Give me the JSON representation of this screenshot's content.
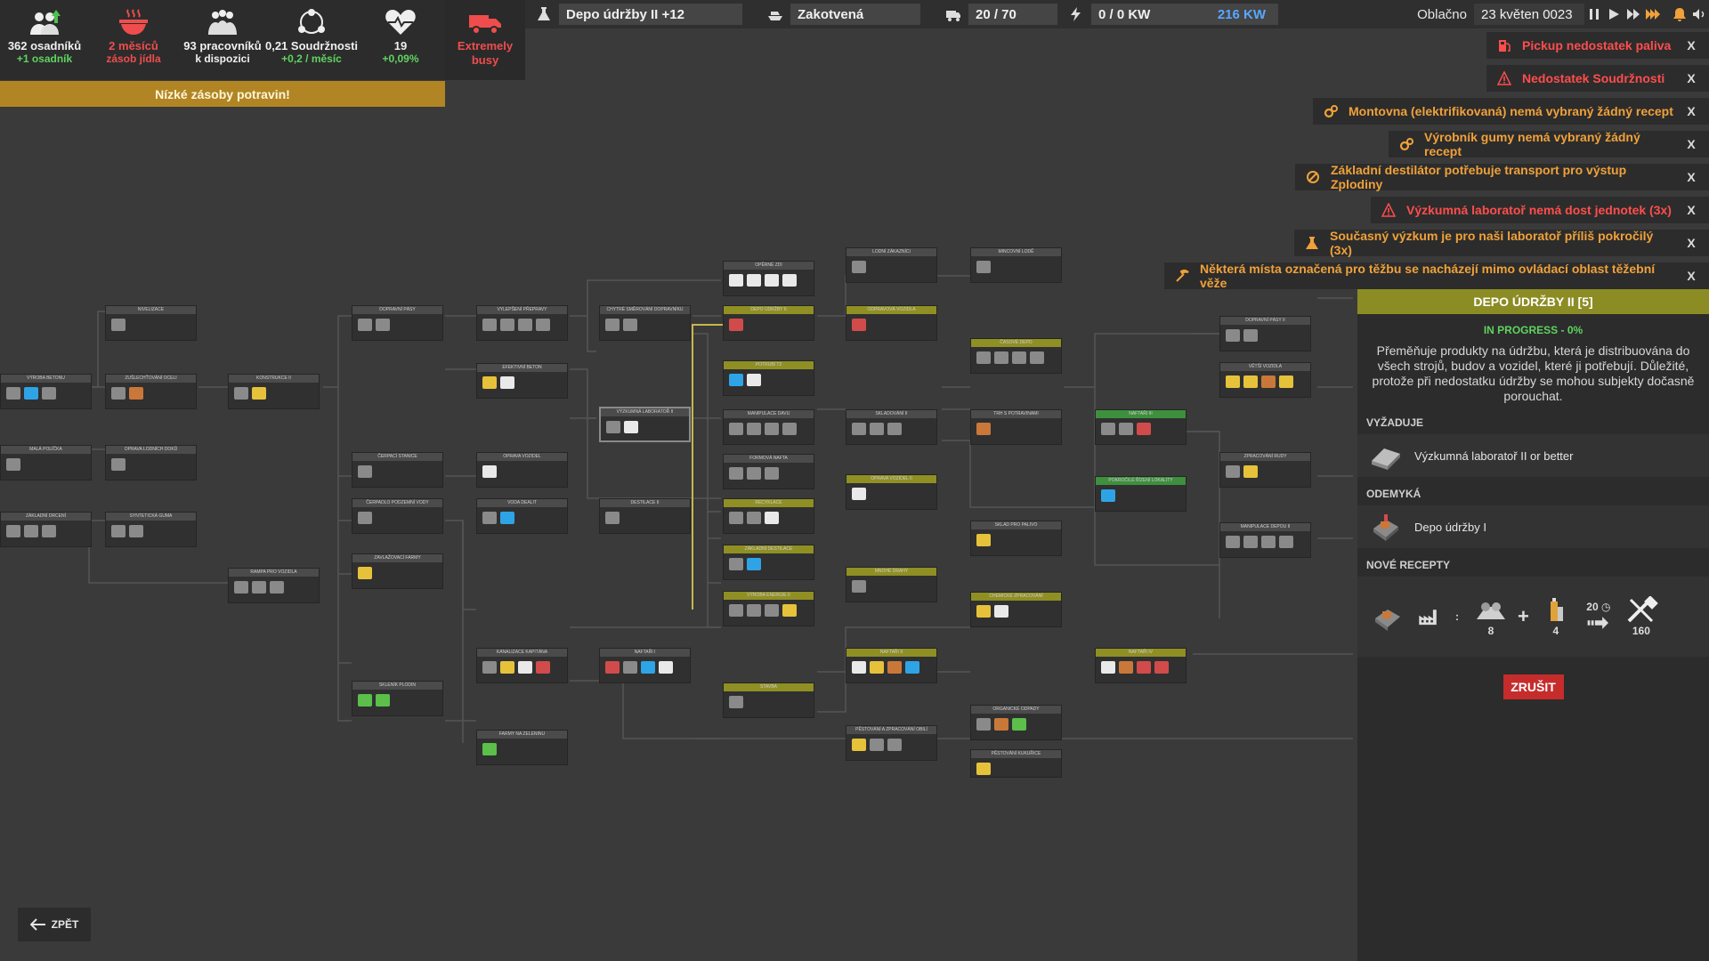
{
  "stats": [
    {
      "id": "settlers",
      "icon": "settlers-icon",
      "value": "362 osadníků",
      "sub": "+1 osadník"
    },
    {
      "id": "food",
      "icon": "food-bowl-icon",
      "value": "2 měsíců",
      "sub": "zásob jídla"
    },
    {
      "id": "workers",
      "icon": "workers-icon",
      "value": "93 pracovníků",
      "sub": "k dispozici"
    },
    {
      "id": "unity",
      "icon": "unity-icon",
      "value": "0,21 Soudržnosti",
      "sub": "+0,2 / měsíc"
    },
    {
      "id": "health",
      "icon": "health-heart-icon",
      "value": "19",
      "sub": "+0,09%"
    },
    {
      "id": "trucks",
      "icon": "truck-icon",
      "value": "Extremely busy",
      "sub": ""
    }
  ],
  "alert": "Nízké zásoby potravin!",
  "topbar": {
    "research": "Depo údržby II +12",
    "vehicles_mode": "Zakotvená",
    "vehicles_count": "20 / 70",
    "power": "0 / 0 KW",
    "power_max": "216 KW",
    "weather": "Oblačno",
    "date": "23 květen 0023"
  },
  "notifications": [
    {
      "text": "Pickup nedostatek paliva",
      "level": "red",
      "icon": "fuel-icon"
    },
    {
      "text": "Nedostatek Soudržnosti",
      "level": "red",
      "icon": "warning-icon"
    },
    {
      "text": "Montovna (elektrifikovaná) nemá vybraný žádný recept",
      "level": "orange",
      "icon": "gears-icon"
    },
    {
      "text": "Výrobník gumy nemá vybraný žádný recept",
      "level": "orange",
      "icon": "gears-icon"
    },
    {
      "text": "Základní destilátor potřebuje transport pro výstup Zplodiny",
      "level": "orange",
      "icon": "blocked-icon"
    },
    {
      "text": "Výzkumná laboratoř nemá dost jednotek (3x)",
      "level": "red",
      "icon": "warning-icon"
    },
    {
      "text": "Současný výzkum je pro naši laboratoř příliš pokročilý (3x)",
      "level": "orange",
      "icon": "flask-icon"
    },
    {
      "text": "Některá místa označená pro těžbu se nacházejí mimo ovládací oblast těžební věže",
      "level": "orange",
      "icon": "mining-icon"
    }
  ],
  "notification_close": "X",
  "panel": {
    "title": "DEPO ÚDRŽBY II [5]",
    "progress": "IN PROGRESS - 0%",
    "description": "Přeměňuje produkty na údržbu, která je distribuována do všech strojů, budov a vozidel, které ji potřebují. Důležité, protože při nedostatku údržby se mohou subjekty dočasně porouchat.",
    "requires_label": "VYŽADUJE",
    "requires_item": "Výzkumná laboratoř II or better",
    "unlocks_label": "ODEMYKÁ",
    "unlocks_item": "Depo údržby I",
    "recipes_label": "NOVÉ RECEPTY",
    "recipe": {
      "input1": "8",
      "input2": "4",
      "time": "20",
      "output": "160"
    },
    "cancel": "ZRUŠIT"
  },
  "back": "ZPĚT",
  "tree_nodes": [
    "VÝROBA BETONU",
    "MALÁ POLÍČKA",
    "ZÁKLADNÍ DRCENÍ",
    "NIVELIZACE",
    "ZUŠLECHŤOVÁNÍ OCELI",
    "OPRAVA LODNÍCH DOKŮ",
    "SYNTETICKÁ GUMA",
    "KONSTRUKCE II",
    "RAMPA PRO VOZIDLA",
    "DOPRAVNÍ PÁSY",
    "ČERPACÍ STANICE",
    "ČERPADLO PODZEMNÍ VODY",
    "ZAVLAŽOVACÍ FARMY",
    "SKLENÍK PLODIN",
    "VYLEPŠENÍ PŘEPRAVY",
    "EFEKTIVNÍ BETON",
    "OPRAVA VOZIDEL",
    "VODA DEALIT",
    "KANALIZACE KAPITÁNA",
    "FARMY NA ZELENINU",
    "CHYTRÉ SMĚROVÁNÍ DOPRAVNÍKU",
    "VÝZKUMNÁ LABORATOŘ II",
    "DESTILACE II",
    "NAFTAŘI I",
    "OPĚRNÉ ZDI",
    "DEPO ÚDRŽBY II",
    "POTRUBÍ T2",
    "MANIPULACE DAVU",
    "FORMOVÁ NAFTA",
    "RECYKLACE",
    "ZÁKLADNÍ DESTILACE",
    "VÝROBA ENERGIE II",
    "STAVBA",
    "LODNÍ ZÁKAZNÍCI",
    "ODPRAVOVÁ VOZIDLA",
    "SKLADOVÁNÍ II",
    "OPRAVA VOZIDEL II",
    "MNOHÉ DRAHY",
    "NAFTAŘI II",
    "PĚSTOVÁNÍ A ZPRACOVÁNÍ OBILÍ",
    "MINCOVNÍ LODĚ",
    "ČASOVÉ DEPO",
    "TRH S POTRAVINAMI",
    "SKLAD PRO PALIVO",
    "CHEMICKÉ ZPRACOVÁNÍ",
    "ORGANICKÉ ODPADY",
    "PĚSTOVÁNÍ KUKUŘICE",
    "NAFTAŘI III",
    "POKROČILÉ ŘÍZENÍ LOKALITY",
    "NAFTAŘI IV",
    "DOPRAVNÍ PÁSY II",
    "VĚTŠÍ VOZIDLA",
    "ZPRACOVÁNÍ RUDY",
    "MANIPULACE DEPOU II"
  ]
}
